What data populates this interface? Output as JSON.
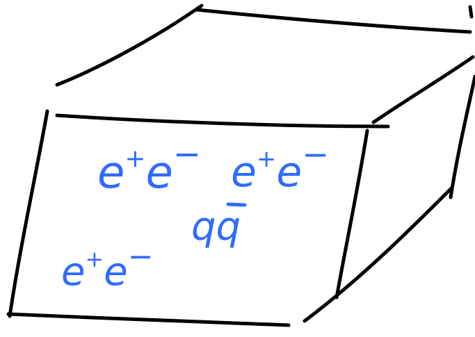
{
  "colors": {
    "background": "#ffffff",
    "box_ink": "#000000",
    "particle_ink": "#2f6bff"
  },
  "labels": {
    "pair_top_left": {
      "base": "e",
      "sup1": "+",
      "mid": "e",
      "sup2": "−"
    },
    "pair_top_right": {
      "base": "e",
      "sup1": "+",
      "mid": "e",
      "sup2": "−"
    },
    "pair_bottom_left": {
      "base": "e",
      "sup1": "+",
      "mid": "e",
      "sup2": "−"
    },
    "quark_pair": {
      "q1": "q",
      "q2": "q"
    }
  }
}
